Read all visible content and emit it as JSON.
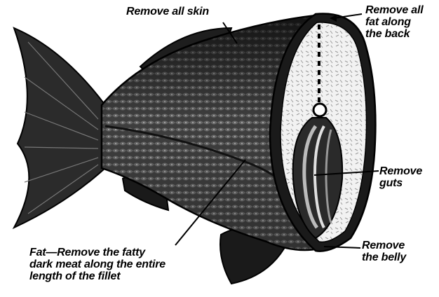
{
  "labels": {
    "skin": [
      "Remove all skin"
    ],
    "back_fat": [
      "Remove all",
      "fat along",
      "the back"
    ],
    "guts": [
      "Remove",
      "guts"
    ],
    "belly": [
      "Remove",
      "the belly"
    ],
    "dark_meat": [
      "Fat—Remove the fatty",
      "dark meat along the entire",
      "length of the fillet"
    ]
  },
  "colors": {
    "ink": "#000000",
    "background": "#ffffff"
  }
}
